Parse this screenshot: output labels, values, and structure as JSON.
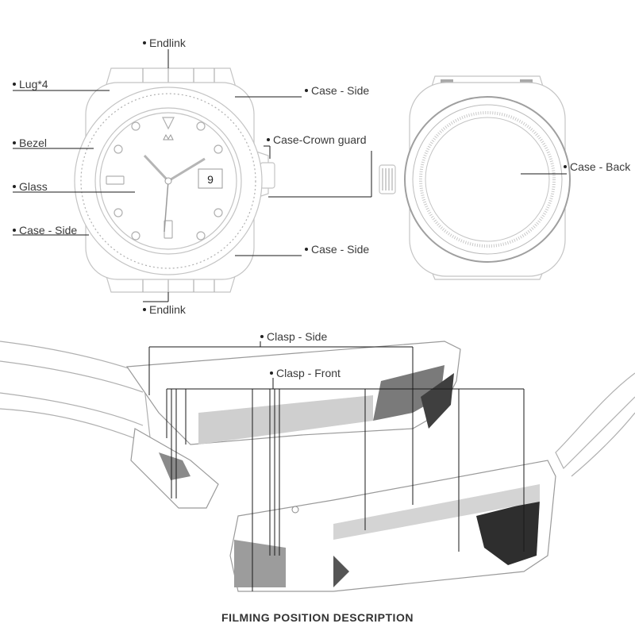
{
  "labels": {
    "endlink_top": "Endlink",
    "lug": "Lug*4",
    "case_side_top_right": "Case - Side",
    "bezel": "Bezel",
    "case_crown_guard": "Case-Crown guard",
    "glass": "Glass",
    "case_back": "Case - Back",
    "case_side_left": "Case - Side",
    "case_side_bottom_right": "Case - Side",
    "endlink_bottom": "Endlink",
    "clasp_side": "Clasp - Side",
    "clasp_front": "Clasp - Front"
  },
  "date_numeral": "9",
  "caption": "FILMING POSITION DESCRIPTION",
  "colors": {
    "leader_line": "#1a1a1a",
    "outline": "#c4c4c4",
    "label_text": "#3a3a3a"
  }
}
